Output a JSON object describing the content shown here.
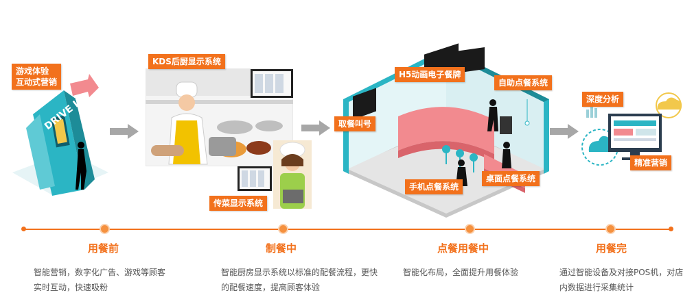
{
  "labels": {
    "game_marketing": "游戏体验\n互动式营销",
    "drive_in": "DRIVE IN",
    "kds": "KDS后厨显示系统",
    "serve_display": "传菜显示系统",
    "take_meal": "取餐叫号",
    "h5_menu": "H5动画电子餐牌",
    "self_order": "自助点餐系统",
    "mobile_order": "手机点餐系统",
    "table_order": "桌面点餐系统",
    "deep_analysis": "深度分析",
    "precise_marketing": "精准营销"
  },
  "stages": [
    {
      "title": "用餐前",
      "desc": "智能营销，数字化广告、游戏等顾客实时互动，快速吸粉"
    },
    {
      "title": "制餐中",
      "desc": "智能厨房显示系统以标准的配餐流程，更快的配餐速度，提高顾客体验"
    },
    {
      "title": "点餐用餐中",
      "desc": "智能化布局，全面提升用餐体验"
    },
    {
      "title": "用餐完",
      "desc": "通过智能设备及对接POS机，对店内数据进行采集统计"
    }
  ],
  "colors": {
    "accent": "#f2711c",
    "teal": "#2bb5c4",
    "arrow_gray": "#a7a7a7",
    "room_pink": "#f28a8f"
  }
}
